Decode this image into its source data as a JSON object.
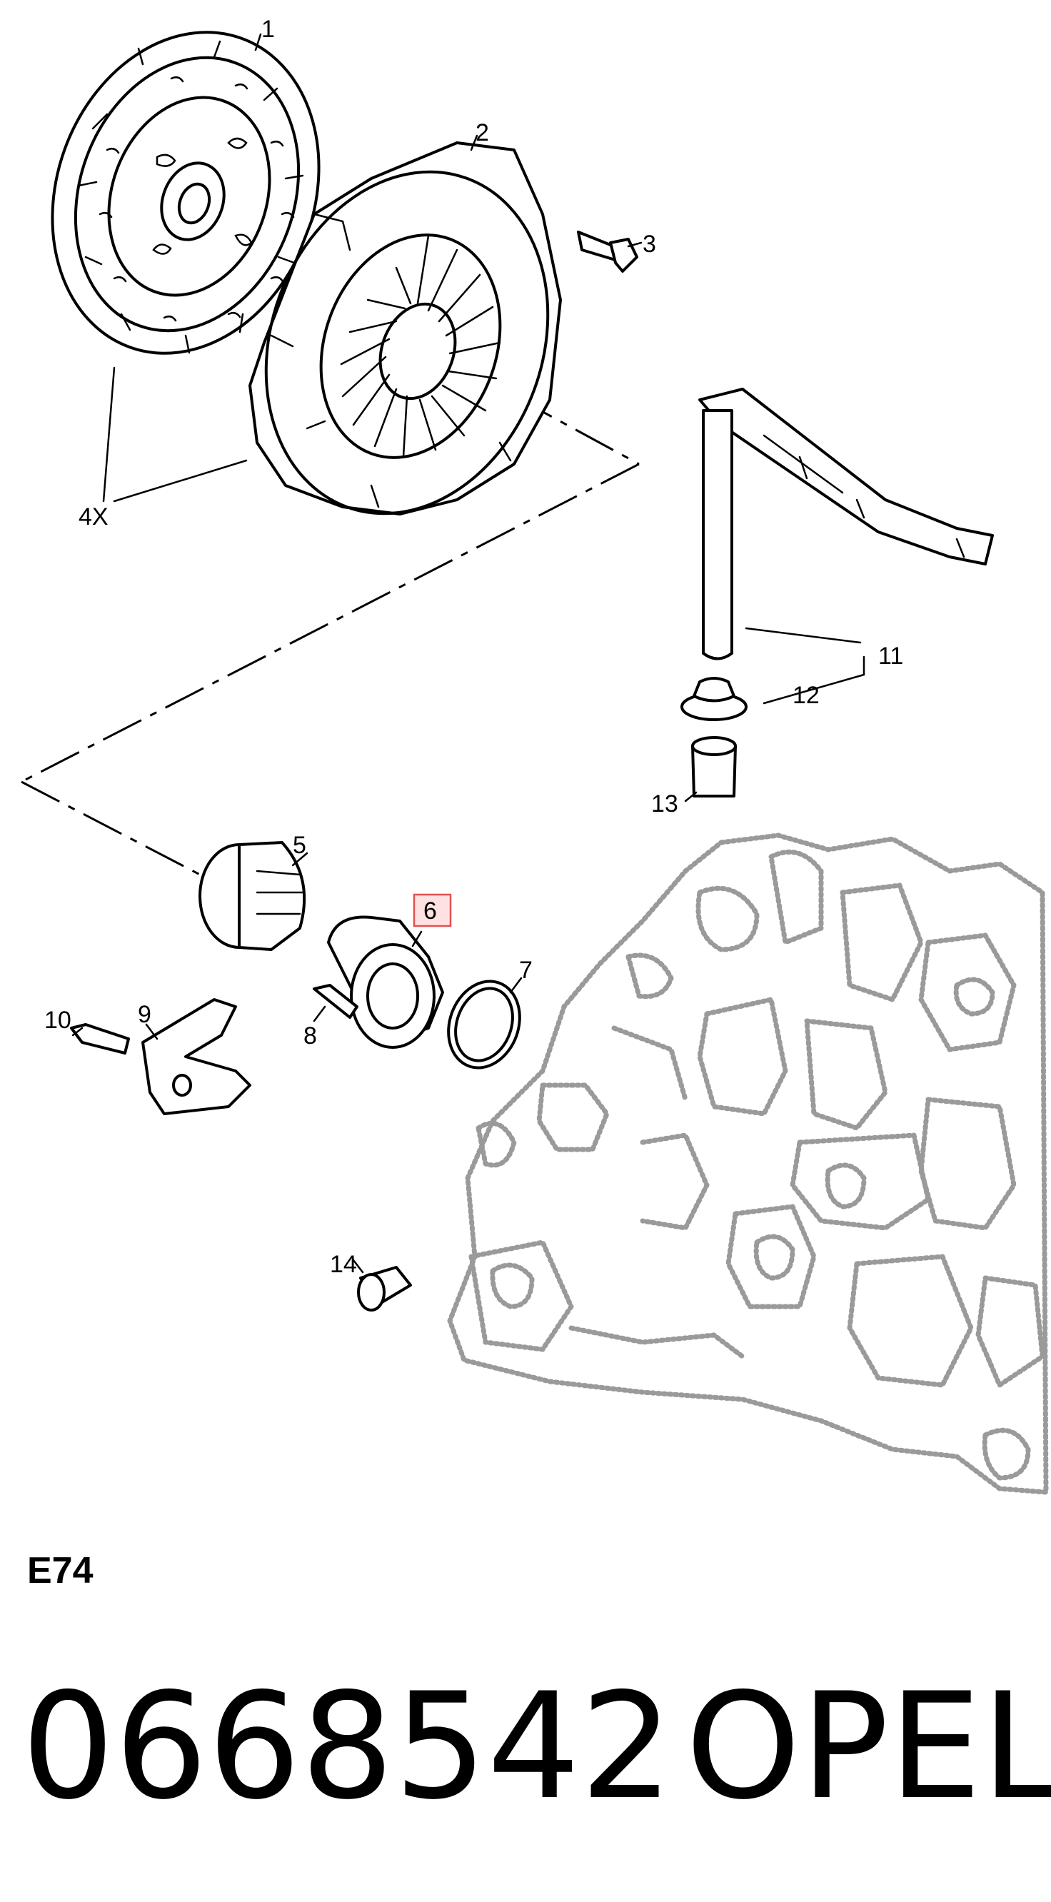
{
  "diagram": {
    "callouts": {
      "c1": "1",
      "c2": "2",
      "c3": "3",
      "c4": "4X",
      "c5": "5",
      "c6": "6",
      "c7": "7",
      "c8": "8",
      "c9": "9",
      "c10": "10",
      "c11": "11",
      "c12": "12",
      "c13": "13",
      "c14": "14"
    },
    "highlighted_callout": "6",
    "highlight_color": "#e05050"
  },
  "footer": {
    "diagram_code": "E74",
    "part_number": "0668542",
    "brand": "OPEL"
  }
}
